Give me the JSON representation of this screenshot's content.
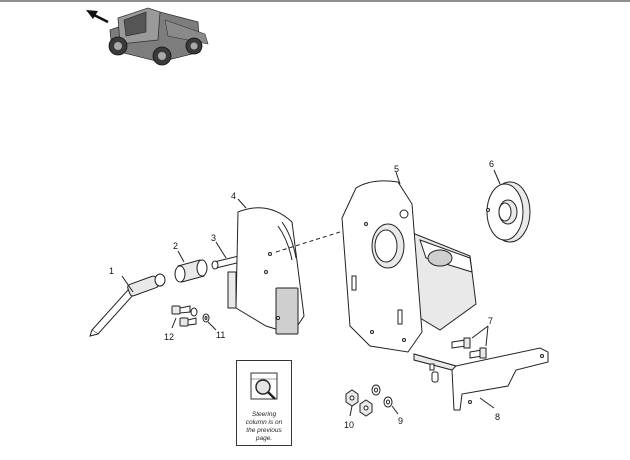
{
  "callouts": {
    "c1": "1",
    "c2": "2",
    "c3": "3",
    "c4": "4",
    "c5": "5",
    "c6": "6",
    "c7": "7",
    "c8": "8",
    "c9": "9",
    "c10": "10",
    "c11": "11",
    "c12": "12"
  },
  "note": {
    "line1": "Steering",
    "line2": "column is on",
    "line3": "the previous",
    "line4": "page."
  },
  "icons": {
    "machine": "telehandler-icon",
    "direction": "arrow-left-icon",
    "note": "magnifier-icon"
  }
}
